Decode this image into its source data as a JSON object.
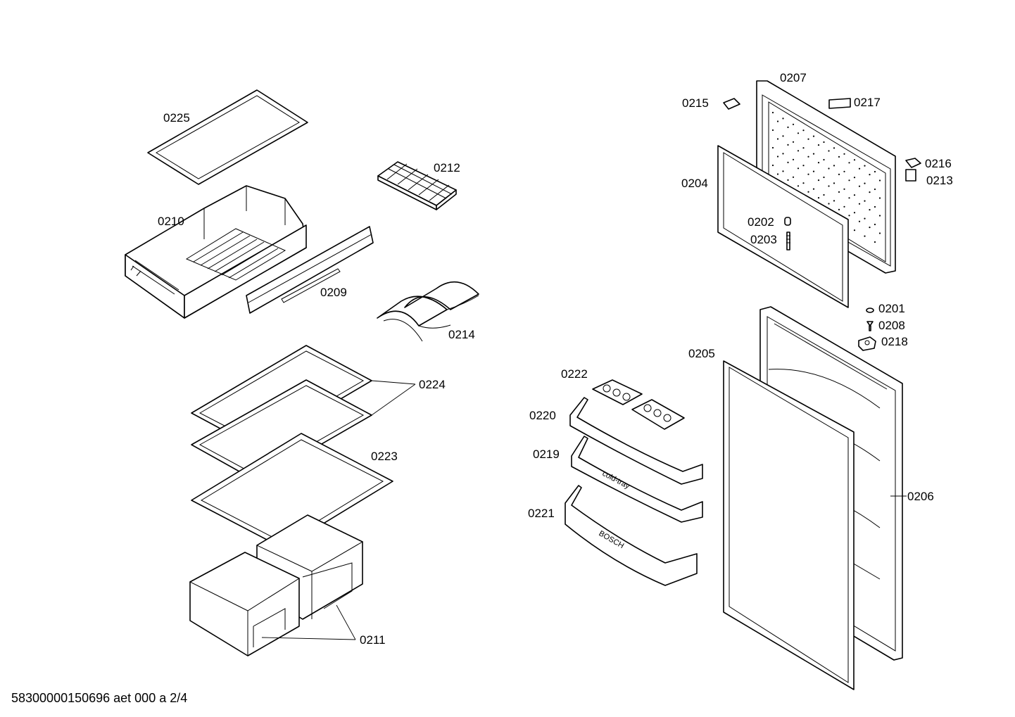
{
  "labels": {
    "p0225": "0225",
    "p0212": "0212",
    "p0210": "0210",
    "p0209": "0209",
    "p0214": "0214",
    "p0224": "0224",
    "p0223": "0223",
    "p0211": "0211",
    "p0207": "0207",
    "p0215": "0215",
    "p0217": "0217",
    "p0216": "0216",
    "p0213": "0213",
    "p0204": "0204",
    "p0202": "0202",
    "p0203": "0203",
    "p0201": "0201",
    "p0208": "0208",
    "p0218": "0218",
    "p0205": "0205",
    "p0222": "0222",
    "p0220": "0220",
    "p0219": "0219",
    "p0221": "0221",
    "p0206": "0206"
  },
  "embossed": {
    "cold_tray": "cold-tray",
    "bosch": "BOSCH"
  },
  "footer": {
    "drawing_code": "58300000150696 aet 000 a 2/4"
  }
}
